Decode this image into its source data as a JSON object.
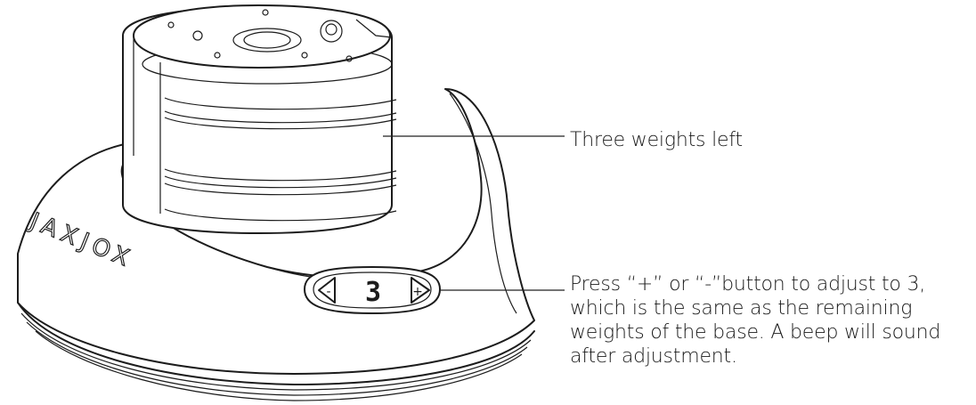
{
  "brand": {
    "logo_text": "JAXJOX"
  },
  "display": {
    "digit": "3",
    "minus_symbol": "-",
    "plus_symbol": "+"
  },
  "callouts": {
    "weights_left": "Three weights left",
    "press_lines": [
      "Press “+” or “-”button to adjust to 3,",
      "which is the same as the remaining",
      "weights of the base. A beep will sound",
      "after adjustment."
    ]
  }
}
